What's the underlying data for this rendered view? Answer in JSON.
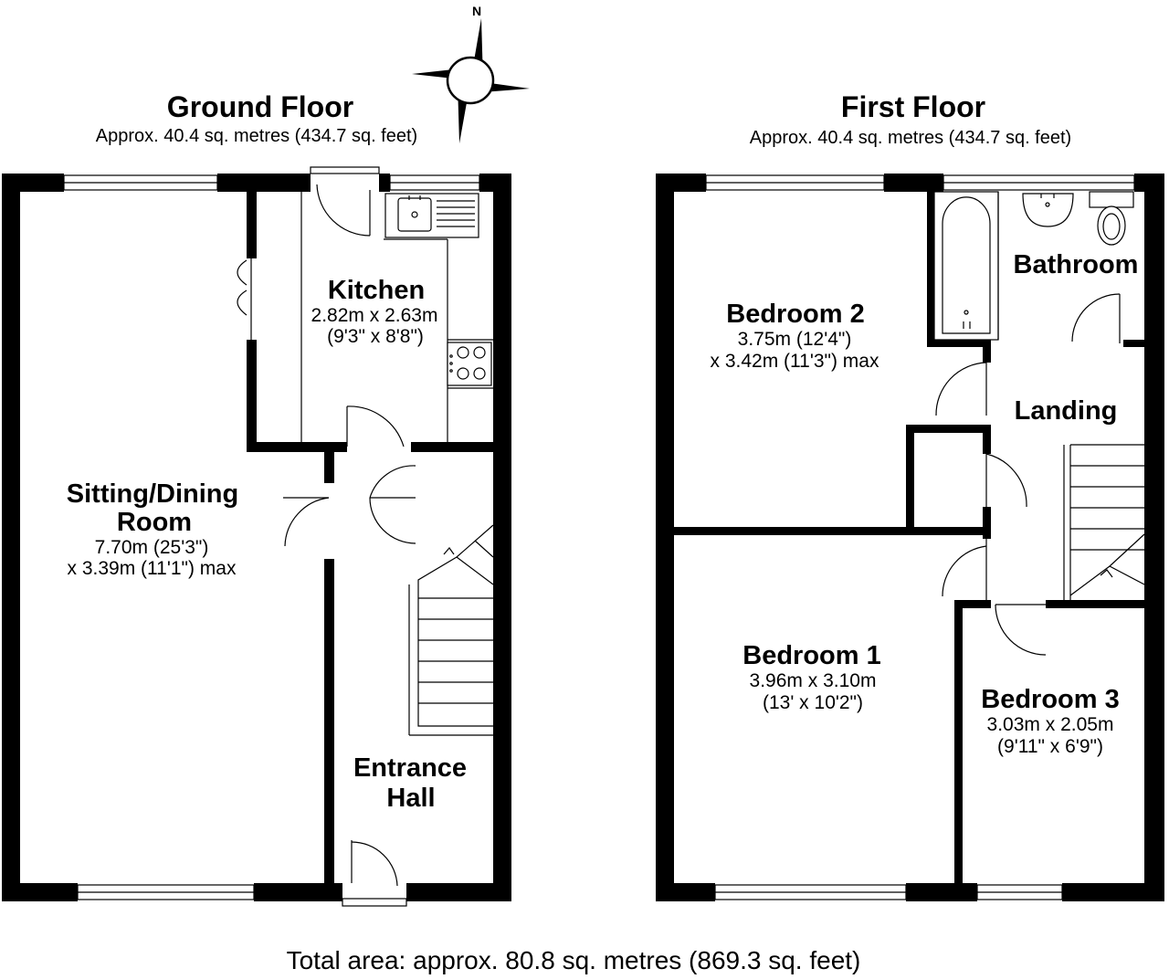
{
  "compass": {
    "north_label": "N"
  },
  "ground_floor": {
    "title": "Ground Floor",
    "area": "Approx. 40.4 sq. metres (434.7 sq. feet)",
    "rooms": {
      "sitting": {
        "name_line1": "Sitting/Dining",
        "name_line2": "Room",
        "dim_line1": "7.70m (25'3\")",
        "dim_line2": "x 3.39m (11'1\") max"
      },
      "kitchen": {
        "name": "Kitchen",
        "dim_line1": "2.82m x 2.63m",
        "dim_line2": "(9'3\" x 8'8\")"
      },
      "entrance": {
        "name_line1": "Entrance",
        "name_line2": "Hall"
      }
    }
  },
  "first_floor": {
    "title": "First Floor",
    "area": "Approx. 40.4 sq. metres (434.7 sq. feet)",
    "rooms": {
      "bedroom2": {
        "name": "Bedroom 2",
        "dim_line1": "3.75m (12'4\")",
        "dim_line2": "x 3.42m (11'3\") max"
      },
      "bathroom": {
        "name": "Bathroom"
      },
      "landing": {
        "name": "Landing"
      },
      "bedroom1": {
        "name": "Bedroom 1",
        "dim_line1": "3.96m x 3.10m",
        "dim_line2": "(13' x 10'2\")"
      },
      "bedroom3": {
        "name": "Bedroom 3",
        "dim_line1": "3.03m x 2.05m",
        "dim_line2": "(9'11\" x 6'9\")"
      }
    }
  },
  "total_area": "Total area: approx. 80.8 sq. metres (869.3 sq. feet)"
}
